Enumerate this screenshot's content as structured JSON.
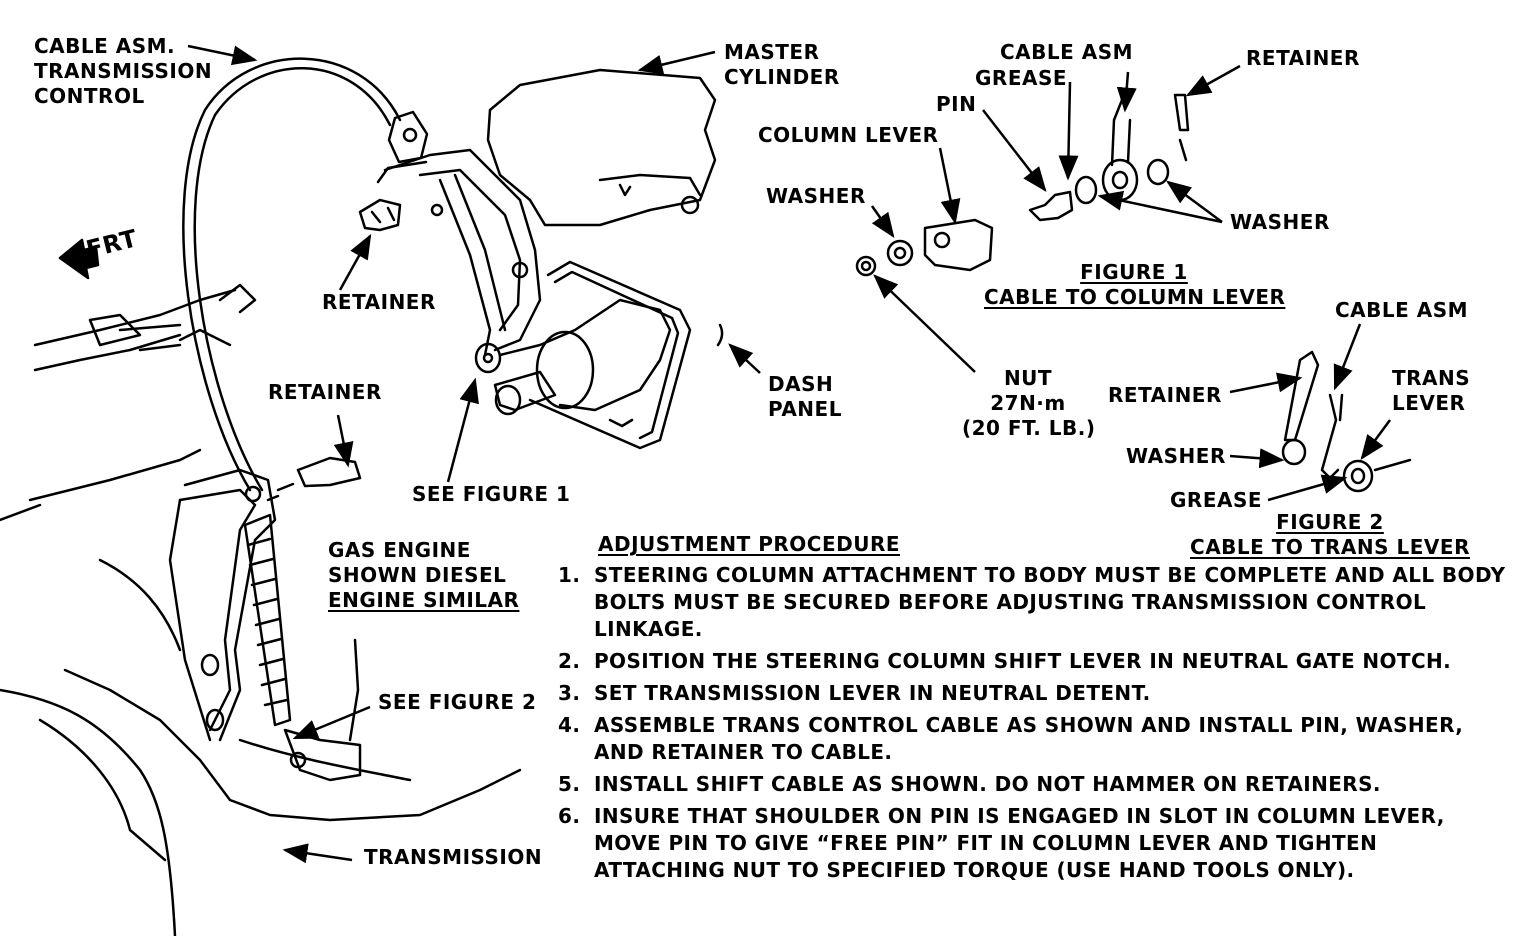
{
  "labels": {
    "cable_asm_tc": [
      "CABLE ASM.",
      "TRANSMISSION",
      "CONTROL"
    ],
    "master_cylinder": [
      "MASTER",
      "CYLINDER"
    ],
    "frt": "FRT",
    "retainer_top": "RETAINER",
    "retainer_mid": "RETAINER",
    "see_figure_1": "SEE FIGURE 1",
    "dash_panel": [
      "DASH",
      "PANEL"
    ],
    "engine_note": [
      "GAS ENGINE",
      "SHOWN DIESEL",
      "ENGINE SIMILAR"
    ],
    "see_figure_2": "SEE FIGURE 2",
    "transmission": "TRANSMISSION"
  },
  "figure1": {
    "cable_asm": "CABLE ASM",
    "grease": "GREASE",
    "retainer": "RETAINER",
    "pin": "PIN",
    "column_lever": "COLUMN LEVER",
    "washer_left": "WASHER",
    "washer_right": "WASHER",
    "nut": [
      "NUT",
      "27N·m",
      "(20 FT. LB.)"
    ],
    "title": [
      "FIGURE 1",
      "CABLE TO COLUMN LEVER"
    ]
  },
  "figure2": {
    "cable_asm": "CABLE ASM",
    "retainer": "RETAINER",
    "trans_lever": [
      "TRANS",
      "LEVER"
    ],
    "washer": "WASHER",
    "grease": "GREASE",
    "title": [
      "FIGURE 2",
      "CABLE TO TRANS LEVER"
    ]
  },
  "procedure": {
    "title": "ADJUSTMENT PROCEDURE",
    "steps": [
      {
        "num": "1.",
        "text": "STEERING COLUMN ATTACHMENT TO BODY MUST BE COMPLETE AND ALL BODY BOLTS MUST BE SECURED BEFORE ADJUSTING TRANSMISSION CONTROL LINKAGE."
      },
      {
        "num": "2.",
        "text": "POSITION THE STEERING COLUMN SHIFT LEVER IN NEUTRAL GATE NOTCH."
      },
      {
        "num": "3.",
        "text": "SET TRANSMISSION LEVER IN NEUTRAL DETENT."
      },
      {
        "num": "4.",
        "text": "ASSEMBLE TRANS CONTROL CABLE AS SHOWN AND INSTALL PIN, WASHER, AND RETAINER TO CABLE."
      },
      {
        "num": "5.",
        "text": "INSTALL SHIFT CABLE AS SHOWN. DO NOT HAMMER ON RETAINERS."
      },
      {
        "num": "6.",
        "text": "INSURE THAT SHOULDER ON PIN IS ENGAGED IN SLOT IN COLUMN LEVER, MOVE PIN TO GIVE “FREE PIN” FIT IN COLUMN LEVER AND TIGHTEN ATTACHING NUT TO SPECIFIED TORQUE (USE HAND TOOLS ONLY)."
      }
    ]
  }
}
